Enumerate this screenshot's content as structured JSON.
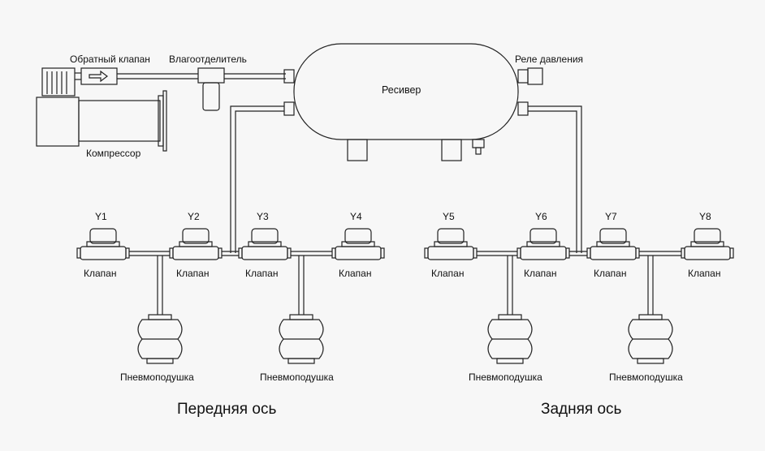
{
  "labels": {
    "check_valve": "Обратный клапан",
    "dryer": "Влагоотделитель",
    "pressure_switch": "Реле давления",
    "receiver": "Ресивер",
    "compressor": "Компрессор",
    "front_axle": "Передняя ось",
    "rear_axle": "Задняя ось"
  },
  "valves": [
    {
      "id": "Y1",
      "label": "Клапан"
    },
    {
      "id": "Y2",
      "label": "Клапан"
    },
    {
      "id": "Y3",
      "label": "Клапан"
    },
    {
      "id": "Y4",
      "label": "Клапан"
    },
    {
      "id": "Y5",
      "label": "Клапан"
    },
    {
      "id": "Y6",
      "label": "Клапан"
    },
    {
      "id": "Y7",
      "label": "Клапан"
    },
    {
      "id": "Y8",
      "label": "Клапан"
    }
  ],
  "airbags": [
    {
      "label": "Пневмоподушка"
    },
    {
      "label": "Пневмоподушка"
    },
    {
      "label": "Пневмоподушка"
    },
    {
      "label": "Пневмоподушка"
    }
  ],
  "colors": {
    "line": "#222222",
    "background": "#f7f7f7"
  }
}
